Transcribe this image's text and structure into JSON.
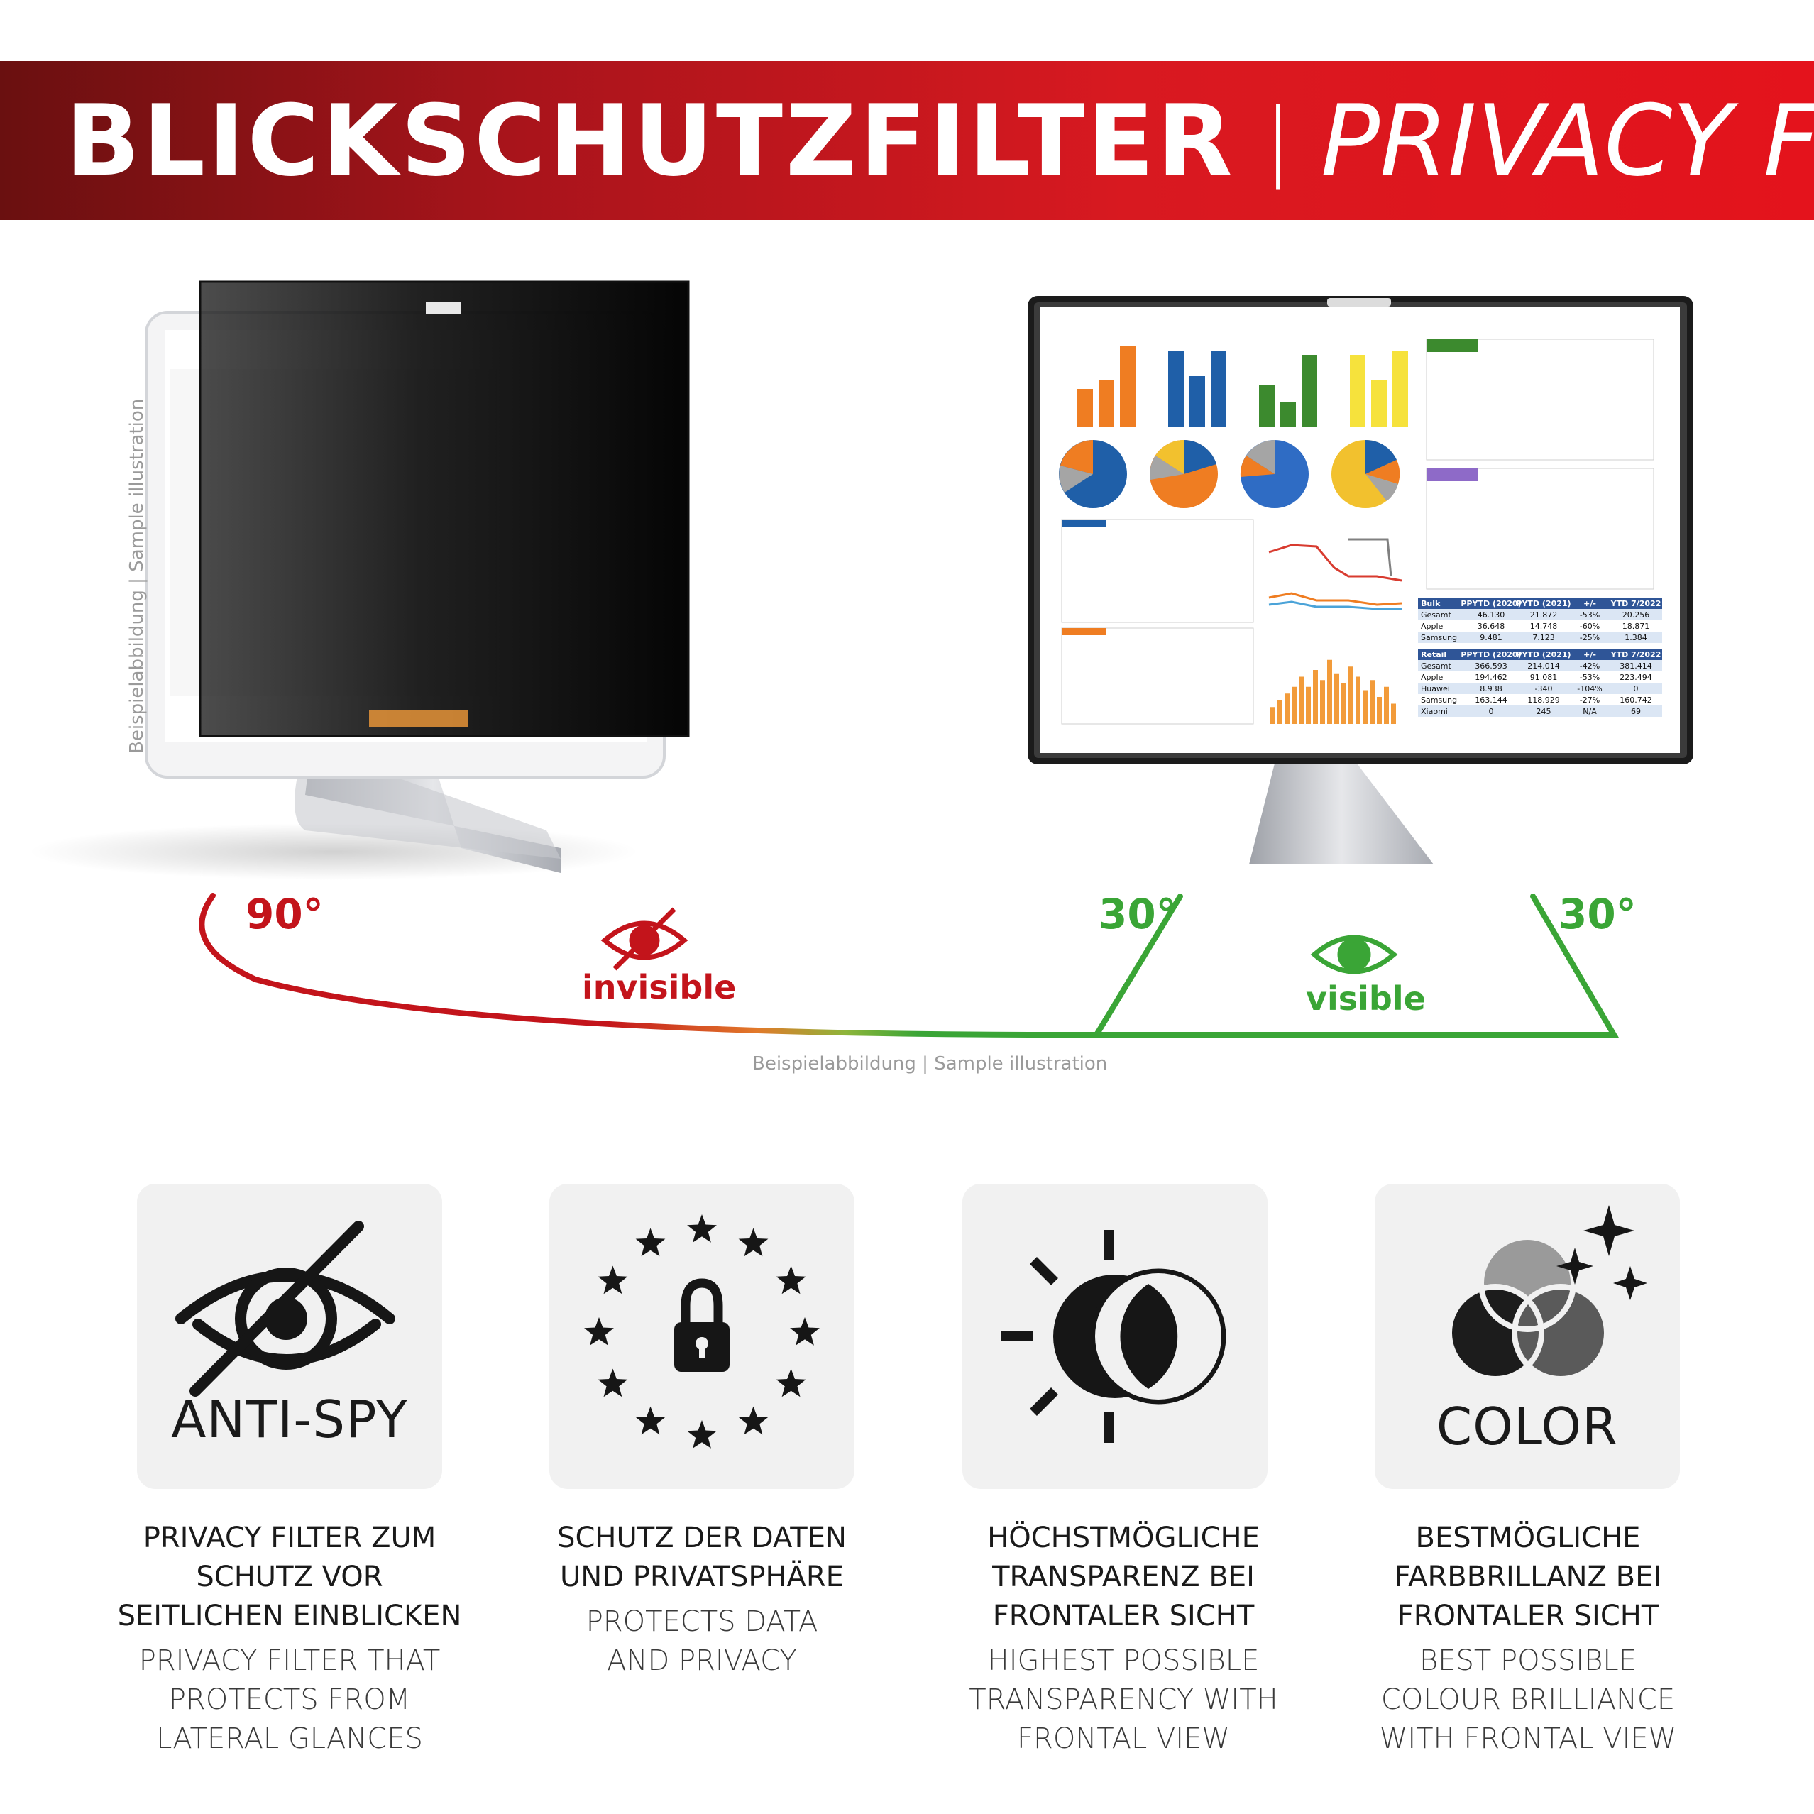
{
  "banner": {
    "title_de": "BLICKSCHUTZFILTER",
    "separator": "|",
    "title_en": "PRIVACY FILTER"
  },
  "captions": {
    "side": "Beispielabbildung | Sample illustration",
    "bottom": "Beispielabbildung | Sample illustration"
  },
  "angles": {
    "left": "90°",
    "center": "30°",
    "right": "30°"
  },
  "labels": {
    "invisible": "invisible",
    "visible": "visible"
  },
  "colors": {
    "red": "#c3141b",
    "green": "#3aa536",
    "card_bg": "#f1f1f1"
  },
  "screen": {
    "tables": {
      "bulk": {
        "headers": [
          "Bulk",
          "PPYTD (2020)",
          "PYTD (2021)",
          "+/-",
          "YTD 7/2022"
        ],
        "rows": [
          [
            "Gesamt",
            "46.130",
            "21.872",
            "-53%",
            "20.256"
          ],
          [
            "Apple",
            "36.648",
            "14.748",
            "-60%",
            "18.871"
          ],
          [
            "Samsung",
            "9.481",
            "7.123",
            "-25%",
            "1.384"
          ]
        ]
      },
      "retail": {
        "headers": [
          "Retail",
          "PPYTD (2020)",
          "PYTD (2021)",
          "+/-",
          "YTD 7/2022"
        ],
        "rows": [
          [
            "Gesamt",
            "366.593",
            "214.014",
            "-42%",
            "381.414"
          ],
          [
            "Apple",
            "194.462",
            "91.081",
            "-53%",
            "223.494"
          ],
          [
            "Huawei",
            "8.938",
            "-340",
            "-104%",
            "0"
          ],
          [
            "Samsung",
            "163.144",
            "118.929",
            "-27%",
            "160.742"
          ],
          [
            "Xiaomi",
            "0",
            "245",
            "N/A",
            "69"
          ]
        ]
      }
    },
    "bars": [
      {
        "color": "#ef7d22",
        "values": [
          0.45,
          0.55,
          0.95
        ]
      },
      {
        "color": "#1f5fa8",
        "values": [
          0.9,
          0.6,
          0.9
        ]
      },
      {
        "color": "#3c8a2e",
        "values": [
          0.5,
          0.3,
          0.85
        ]
      },
      {
        "color": "#f6e23c",
        "values": [
          0.85,
          0.55,
          0.9
        ]
      }
    ]
  },
  "features": [
    {
      "card_title": "ANTI-SPY",
      "icon": "eye-slash-icon",
      "de": [
        "PRIVACY FILTER ZUM",
        "SCHUTZ VOR",
        "SEITLICHEN EINBLICKEN"
      ],
      "en": [
        "PRIVACY FILTER THAT",
        "PROTECTS FROM",
        "LATERAL GLANCES"
      ]
    },
    {
      "card_title": "",
      "icon": "eu-lock-icon",
      "de": [
        "SCHUTZ DER DATEN",
        "UND PRIVATSPHÄRE"
      ],
      "en": [
        "PROTECTS DATA",
        "AND PRIVACY"
      ]
    },
    {
      "card_title": "",
      "icon": "brightness-contrast-icon",
      "de": [
        "HÖCHSTMÖGLICHE",
        "TRANSPARENZ BEI",
        "FRONTALER SICHT"
      ],
      "en": [
        "HIGHEST POSSIBLE",
        "TRANSPARENCY WITH",
        "FRONTAL VIEW"
      ]
    },
    {
      "card_title": "COLOR",
      "icon": "color-sparkle-icon",
      "de": [
        "BESTMÖGLICHE",
        "FARBBRILLANZ BEI",
        "FRONTALER SICHT"
      ],
      "en": [
        "BEST POSSIBLE",
        "COLOUR BRILLIANCE",
        "WITH FRONTAL VIEW"
      ]
    }
  ]
}
